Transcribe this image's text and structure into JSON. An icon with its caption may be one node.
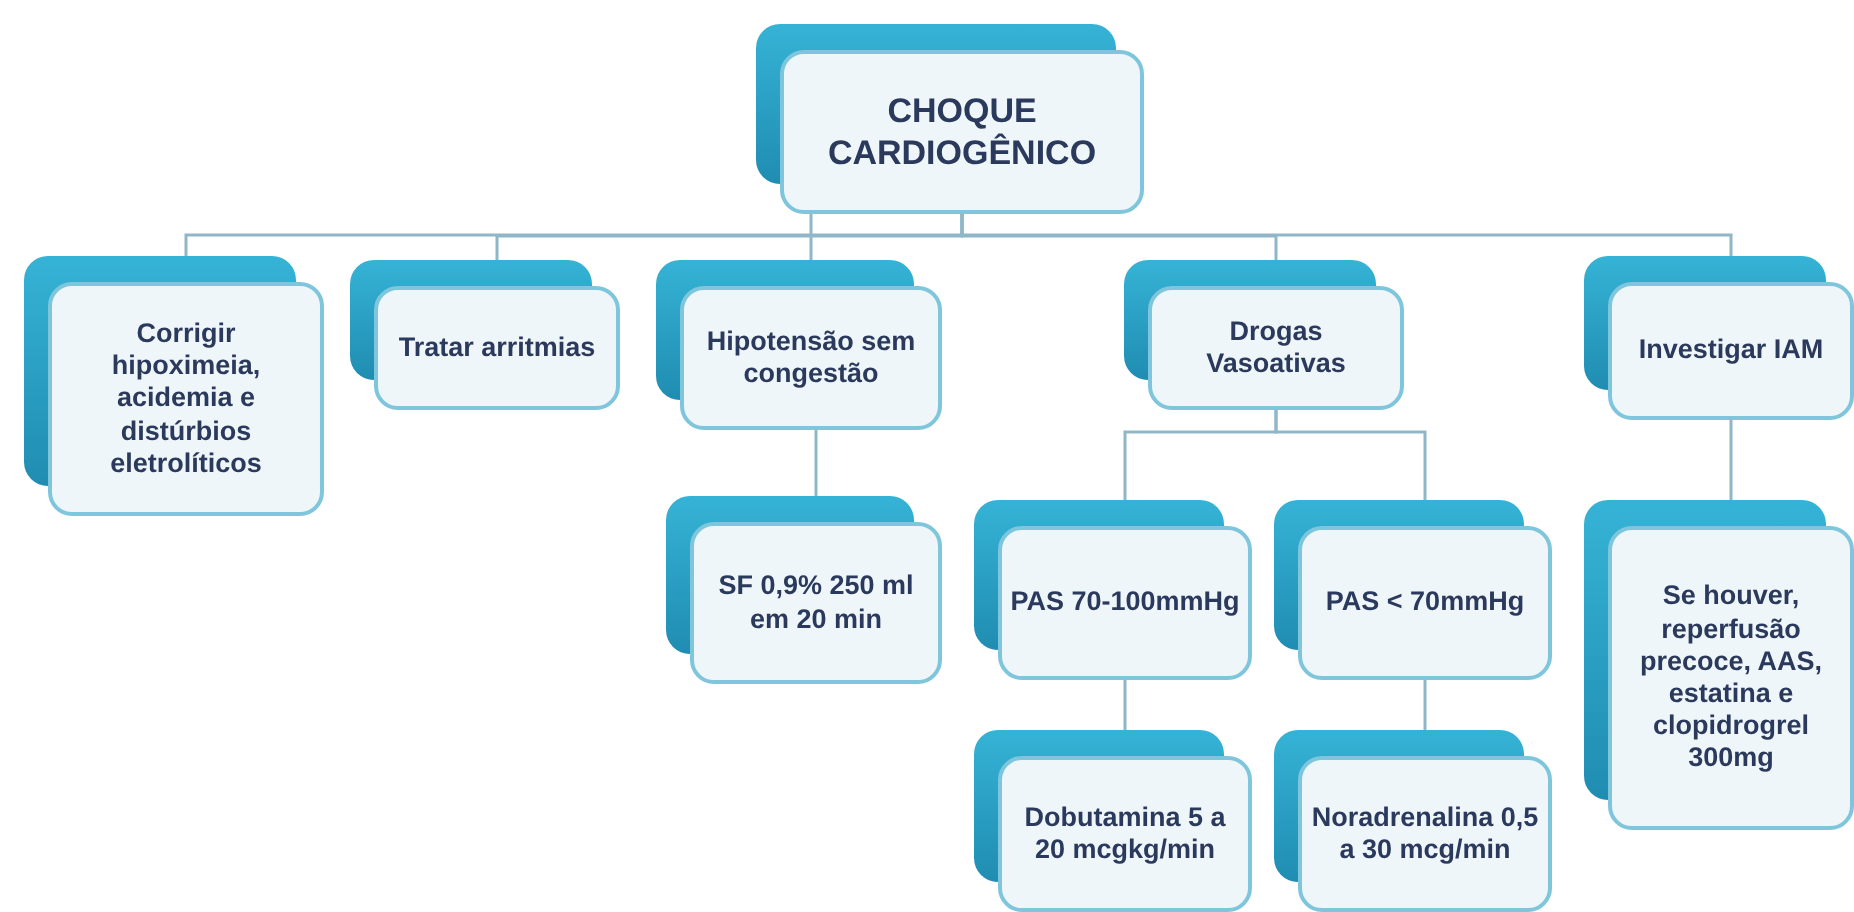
{
  "diagram": {
    "nodes": [
      {
        "text": [
          "CHOQUE CARDIOGÊNICO"
        ]
      },
      {
        "text": [
          "Corrigir hipoximeia, acidemia e distúrbios eletrolíticos"
        ]
      },
      {
        "text": [
          "Tratar arritmias"
        ]
      },
      {
        "text": [
          "Hipotensão sem congestão"
        ]
      },
      {
        "text": [
          "Drogas Vasoativas"
        ]
      },
      {
        "text": [
          "Investigar IAM"
        ]
      },
      {
        "text": [
          "SF 0,9% 250 ml em 20 min"
        ]
      },
      {
        "text": [
          "PAS 70-100mmHg"
        ]
      },
      {
        "text": [
          "PAS < 70mmHg"
        ]
      },
      {
        "text": [
          "Dobutamina 5 a 20 mcgkg/min"
        ]
      },
      {
        "text": [
          "Noradrenalina 0,5 a 30 mcg/min"
        ]
      },
      {
        "text": [
          "Se houver, reperfusão precoce, AAS, estatina e clopidrogrel 300mg"
        ]
      }
    ],
    "edges": [
      {
        "from": 0,
        "to": 1,
        "arrow": "none"
      },
      {
        "from": 0,
        "to": 2,
        "arrow": "none"
      },
      {
        "from": 0,
        "to": 3,
        "arrow": "none"
      },
      {
        "from": 0,
        "to": 4,
        "arrow": "none"
      },
      {
        "from": 0,
        "to": 5,
        "arrow": "none"
      },
      {
        "from": 3,
        "to": 6,
        "arrow": "none"
      },
      {
        "from": 4,
        "to": 7,
        "arrow": "none"
      },
      {
        "from": 4,
        "to": 8,
        "arrow": "none"
      },
      {
        "from": 7,
        "to": 9,
        "arrow": "none"
      },
      {
        "from": 8,
        "to": 10,
        "arrow": "none"
      },
      {
        "from": 5,
        "to": 11,
        "arrow": "none"
      }
    ]
  }
}
